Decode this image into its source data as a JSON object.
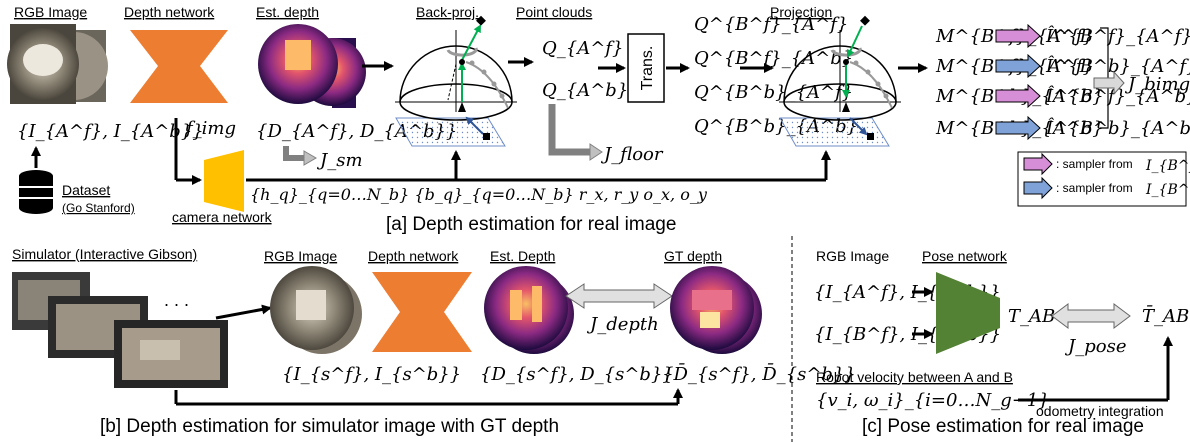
{
  "section_a": {
    "rgb_image": "RGB Image",
    "depth_network": "Depth network",
    "est_depth": "Est. depth",
    "back_proj": "Back-proj.",
    "point_clouds": "Point clouds",
    "projection": "Projection",
    "dataset": "Dataset",
    "dataset_sub": "(Go Stanford)",
    "camera_network": "camera network",
    "trans": "Trans.",
    "input_set": "{I_{A^f}, I_{A^b}}",
    "f_img": "f_img",
    "depth_set": "{D_{A^f}, D_{A^b}}",
    "j_sm": "J_sm",
    "j_floor": "J_floor",
    "q_af": "Q_{A^f}",
    "q_ab": "Q_{A^b}",
    "q_bf_af": "Q^{B^f}_{A^f}",
    "q_bf_ab": "Q^{B^f}_{A^b}",
    "q_bb_af": "Q^{B^b}_{A^f}",
    "q_bb_ab": "Q^{B^b}_{A^b}",
    "m1": "M^{B^f}_{A^f}",
    "m2": "M^{B^f}_{A^f}",
    "m3": "M^{B^b}_{A^b}",
    "m4": "M^{B^b}_{A^b}",
    "ih1": "Î^{B^f}_{A^f}",
    "ih2": "Î^{B^b}_{A^f}",
    "ih3": "Î^{B^f}_{A^b}",
    "ih4": "Î^{B^b}_{A^b}",
    "j_bimg": "J_bimg",
    "cam_params": "{h_q}_{q=0…N_b}  {b_q}_{q=0…N_b}  r_x, r_y  o_x, o_y",
    "legend_1": ": sampler from",
    "legend_1_math": "I_{B^f}",
    "legend_2": ": sampler from",
    "legend_2_math": "I_{B^b}",
    "caption": "[a] Depth estimation for real image"
  },
  "section_b": {
    "simulator": "Simulator (Interactive Gibson)",
    "dots": ". . .",
    "rgb_image": "RGB Image",
    "depth_network": "Depth network",
    "est_depth": "Est. Depth",
    "gt_depth": "GT depth",
    "input_set": "{I_{s^f}, I_{s^b}}",
    "depth_set": "{D_{s^f}, D_{s^b}}",
    "gt_set": "{D̄_{s^f}, D̄_{s^b}}",
    "j_depth": "J_depth",
    "caption": "[b] Depth estimation for simulator image with GT depth"
  },
  "section_c": {
    "rgb_image": "RGB Image",
    "pose_network": "Pose network",
    "input_a": "{I_{A^f}, I_{A^b}}",
    "input_b": "{I_{B^f}, I_{B^b}}",
    "t_ab": "T_AB",
    "t_bar": "T̄_AB",
    "j_pose": "J_pose",
    "robot_velocity": "Robot velocity between A and B",
    "velocity_set": "{v_i, ω_i}_{i=0…N_g−1}",
    "odometry": "odometry integration",
    "caption": "[c] Pose estimation for real image"
  },
  "colors": {
    "network_orange": "#ED7D31",
    "camera_yellow": "#FFC000",
    "pose_green": "#548235",
    "pink_arrow": "#D68FD6",
    "blue_arrow": "#7FA2D8",
    "green_ray": "#00B050"
  }
}
